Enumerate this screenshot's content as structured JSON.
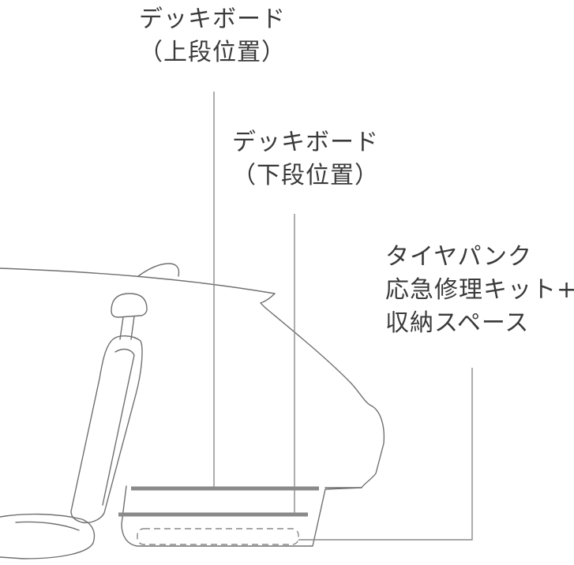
{
  "labels": {
    "upper_deck_board": {
      "line1": "デッキボード",
      "line2": "（上段位置）"
    },
    "lower_deck_board": {
      "line1": "デッキボード",
      "line2": "（下段位置）"
    },
    "storage": {
      "line1": "タイヤパンク",
      "line2": "応急修理キット+",
      "line3": "収納スペース"
    }
  },
  "colors": {
    "text": "#3a3a3a",
    "outline": "#707070",
    "board": "#8a8a8a",
    "leader": "#8a8a8a"
  }
}
